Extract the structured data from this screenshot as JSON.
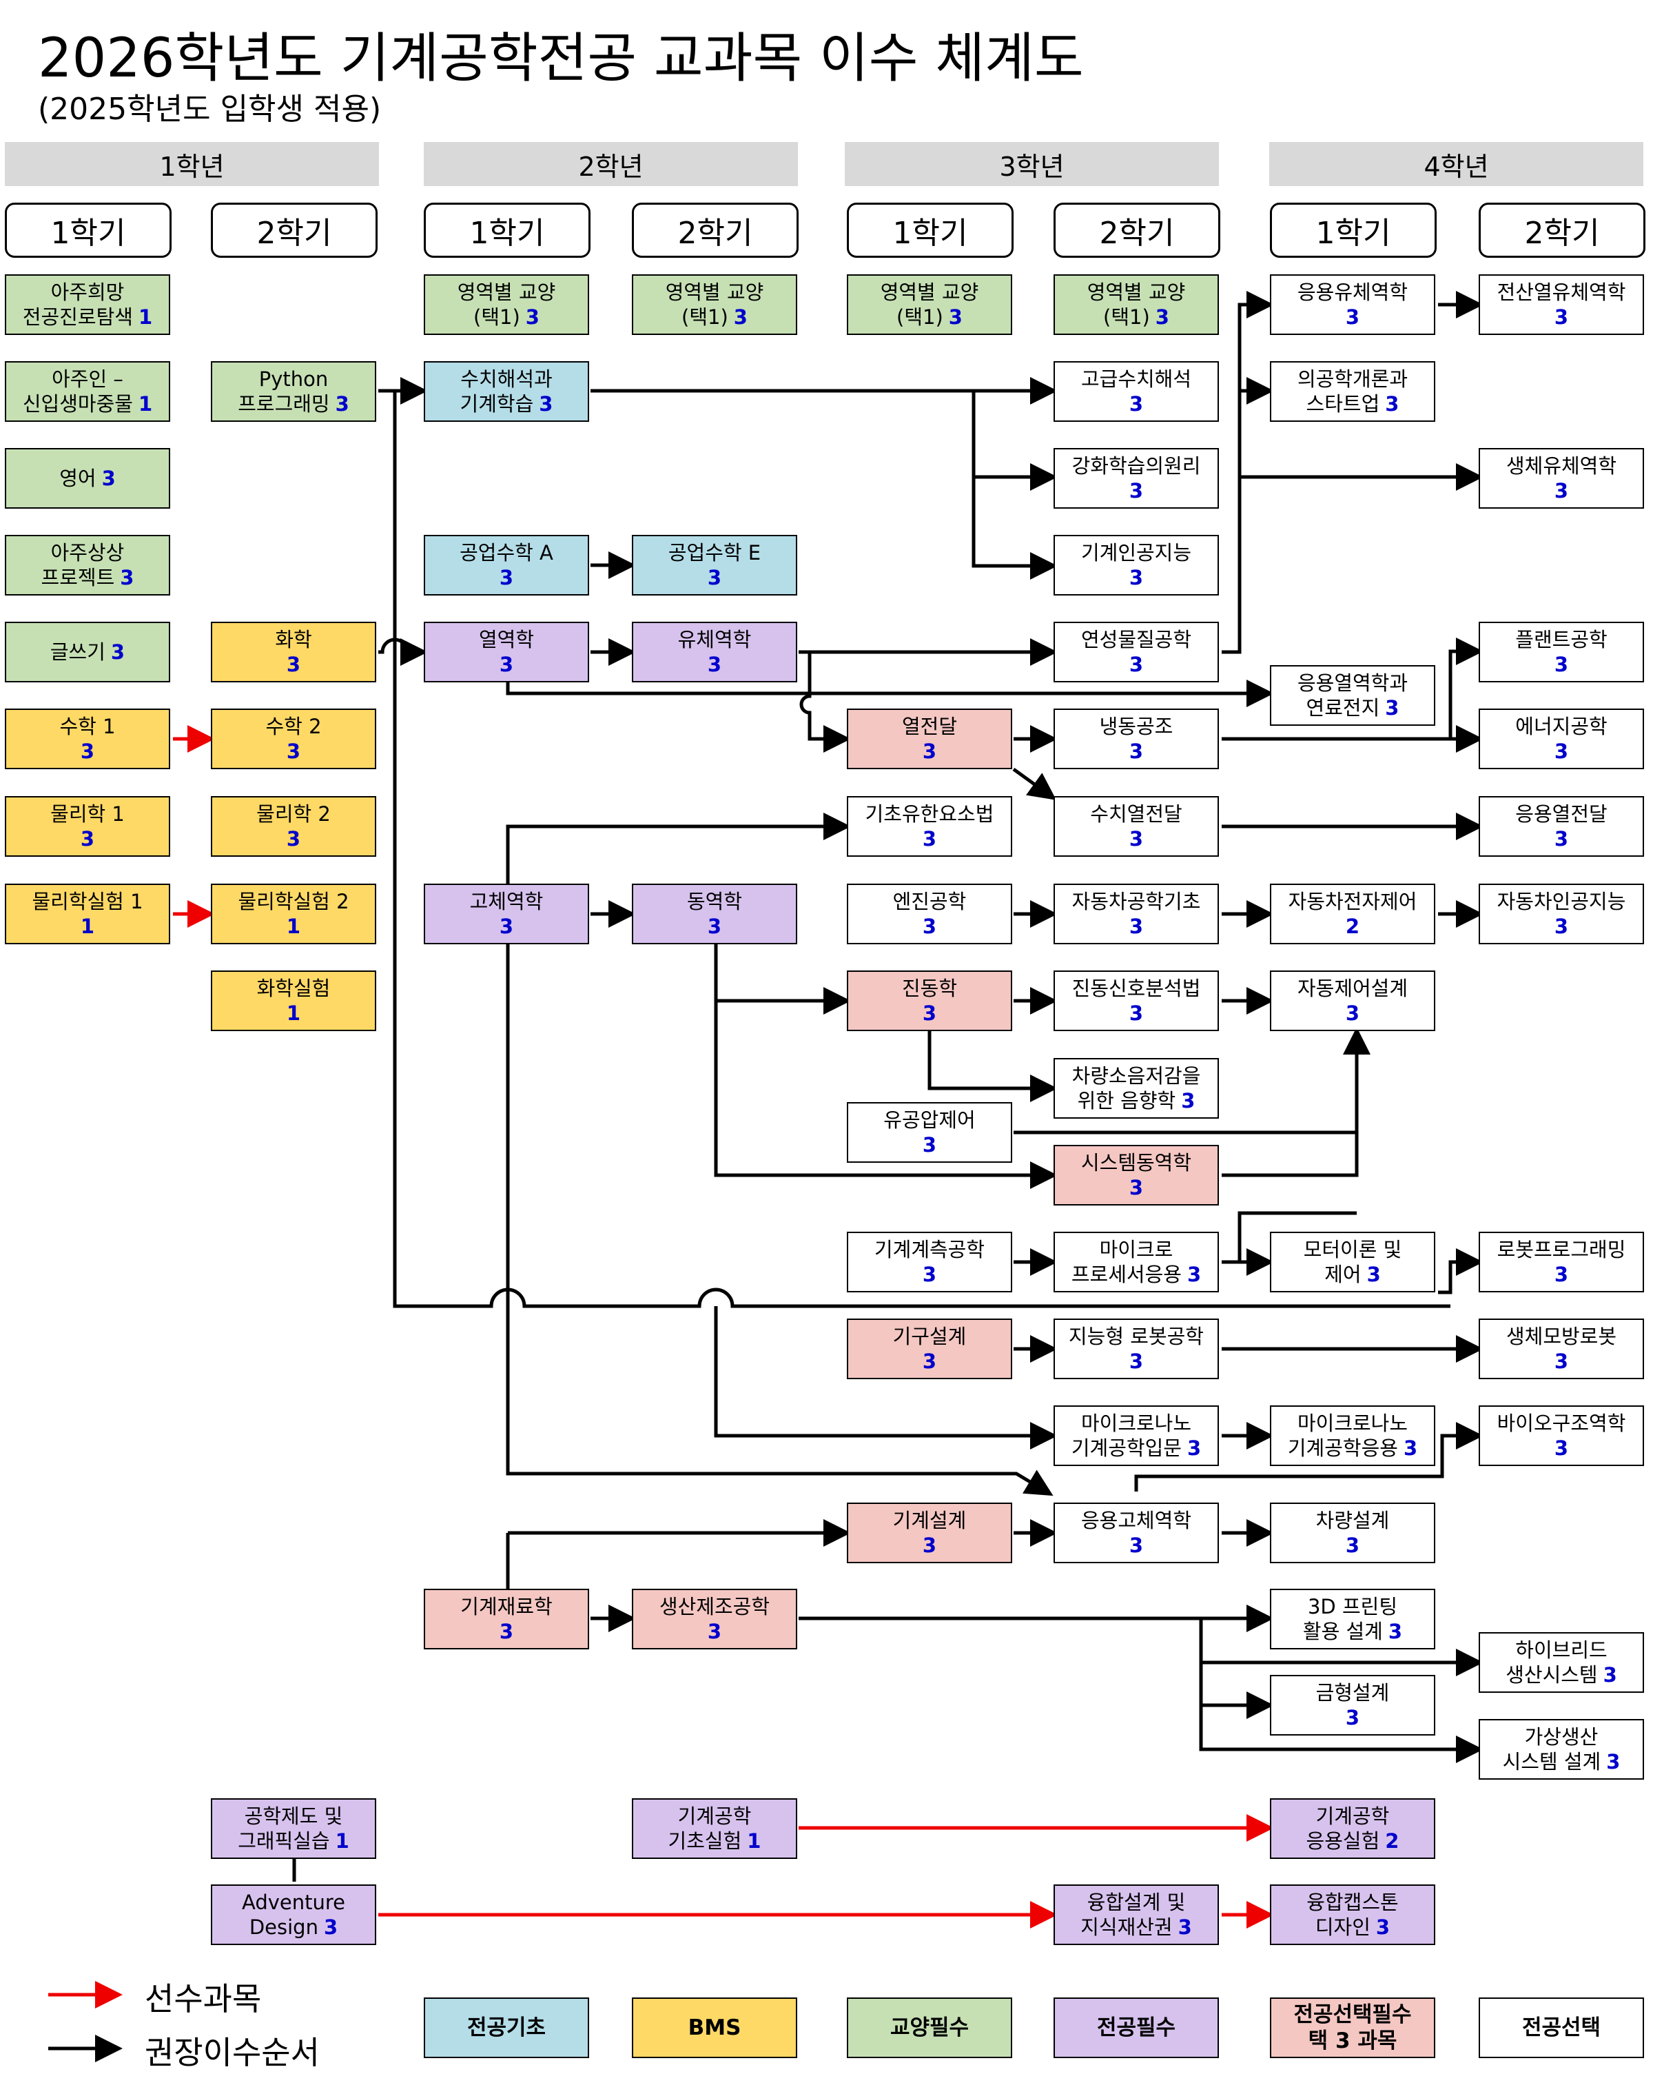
{
  "title": "2026학년도 기계공학전공 교과목 이수 체계도",
  "subtitle": "(2025학년도 입학생 적용)",
  "years": [
    "1학년",
    "2학년",
    "3학년",
    "4학년"
  ],
  "semesters": [
    "1학기",
    "2학기",
    "1학기",
    "2학기",
    "1학기",
    "2학기",
    "1학기",
    "2학기"
  ],
  "colors": {
    "전공기초": "#b4dde8",
    "BMS": "#ffd966",
    "교양필수": "#c6e0b4",
    "전공필수": "#d7c2ee",
    "전공선택필수": "#f4c7c3",
    "전공선택": "#ffffff",
    "prereq_arrow": "#ee0000",
    "order_arrow": "#000000"
  },
  "courses": [
    {
      "id": "c1",
      "lines": [
        "아주희망",
        "전공진로탐색"
      ],
      "credit": "1",
      "type": "green"
    },
    {
      "id": "c2",
      "lines": [
        "아주인 –",
        "신입생마중물"
      ],
      "credit": "1",
      "type": "green"
    },
    {
      "id": "c3",
      "lines": [
        "영어"
      ],
      "credit": "3",
      "type": "green",
      "inline": true
    },
    {
      "id": "c4",
      "lines": [
        "아주상상",
        "프로젝트"
      ],
      "credit": "3",
      "type": "green"
    },
    {
      "id": "c5",
      "lines": [
        "글쓰기"
      ],
      "credit": "3",
      "type": "green",
      "inline": true
    },
    {
      "id": "c6",
      "lines": [
        "수학 1"
      ],
      "credit": "3",
      "type": "yellow"
    },
    {
      "id": "c7",
      "lines": [
        "물리학 1"
      ],
      "credit": "3",
      "type": "yellow"
    },
    {
      "id": "c8",
      "lines": [
        "물리학실험 1"
      ],
      "credit": "1",
      "type": "yellow"
    },
    {
      "id": "c9",
      "lines": [
        "Python",
        "프로그래밍"
      ],
      "credit": "3",
      "type": "green"
    },
    {
      "id": "c10",
      "lines": [
        "화학"
      ],
      "credit": "3",
      "type": "yellow"
    },
    {
      "id": "c11",
      "lines": [
        "수학 2"
      ],
      "credit": "3",
      "type": "yellow"
    },
    {
      "id": "c12",
      "lines": [
        "물리학 2"
      ],
      "credit": "3",
      "type": "yellow"
    },
    {
      "id": "c13",
      "lines": [
        "물리학실험 2"
      ],
      "credit": "1",
      "type": "yellow"
    },
    {
      "id": "c14",
      "lines": [
        "화학실험"
      ],
      "credit": "1",
      "type": "yellow"
    },
    {
      "id": "c15",
      "lines": [
        "공학제도 및",
        "그래픽실습"
      ],
      "credit": "1",
      "type": "purple"
    },
    {
      "id": "c16",
      "lines": [
        "Adventure",
        "Design"
      ],
      "credit": "3",
      "type": "purple"
    },
    {
      "id": "c17",
      "lines": [
        "영역별 교양",
        "(택1)"
      ],
      "credit": "3",
      "type": "green"
    },
    {
      "id": "c18",
      "lines": [
        "수치해석과",
        "기계학습"
      ],
      "credit": "3",
      "type": "blue"
    },
    {
      "id": "c19",
      "lines": [
        "공업수학 A"
      ],
      "credit": "3",
      "type": "blue"
    },
    {
      "id": "c20",
      "lines": [
        "열역학"
      ],
      "credit": "3",
      "type": "purple"
    },
    {
      "id": "c21",
      "lines": [
        "고체역학"
      ],
      "credit": "3",
      "type": "purple"
    },
    {
      "id": "c22",
      "lines": [
        "기계재료학"
      ],
      "credit": "3",
      "type": "pink"
    },
    {
      "id": "c23",
      "lines": [
        "영역별 교양",
        "(택1)"
      ],
      "credit": "3",
      "type": "green"
    },
    {
      "id": "c24",
      "lines": [
        "공업수학 E"
      ],
      "credit": "3",
      "type": "blue"
    },
    {
      "id": "c25",
      "lines": [
        "유체역학"
      ],
      "credit": "3",
      "type": "purple"
    },
    {
      "id": "c26",
      "lines": [
        "동역학"
      ],
      "credit": "3",
      "type": "purple"
    },
    {
      "id": "c27",
      "lines": [
        "생산제조공학"
      ],
      "credit": "3",
      "type": "pink"
    },
    {
      "id": "c28",
      "lines": [
        "기계공학",
        "기초실험"
      ],
      "credit": "1",
      "type": "purple"
    },
    {
      "id": "c29",
      "lines": [
        "영역별 교양",
        "(택1)"
      ],
      "credit": "3",
      "type": "green"
    },
    {
      "id": "c30",
      "lines": [
        "열전달"
      ],
      "credit": "3",
      "type": "pink"
    },
    {
      "id": "c31",
      "lines": [
        "기초유한요소법"
      ],
      "credit": "3",
      "type": "white"
    },
    {
      "id": "c32",
      "lines": [
        "엔진공학"
      ],
      "credit": "3",
      "type": "white"
    },
    {
      "id": "c33",
      "lines": [
        "진동학"
      ],
      "credit": "3",
      "type": "pink"
    },
    {
      "id": "c34",
      "lines": [
        "유공압제어"
      ],
      "credit": "3",
      "type": "white"
    },
    {
      "id": "c35",
      "lines": [
        "기계계측공학"
      ],
      "credit": "3",
      "type": "white"
    },
    {
      "id": "c36",
      "lines": [
        "기구설계"
      ],
      "credit": "3",
      "type": "pink"
    },
    {
      "id": "c37",
      "lines": [
        "기계설계"
      ],
      "credit": "3",
      "type": "pink"
    },
    {
      "id": "c38",
      "lines": [
        "영역별 교양",
        "(택1)"
      ],
      "credit": "3",
      "type": "green"
    },
    {
      "id": "c39",
      "lines": [
        "고급수치해석"
      ],
      "credit": "3",
      "type": "white"
    },
    {
      "id": "c40",
      "lines": [
        "강화학습의원리"
      ],
      "credit": "3",
      "type": "white"
    },
    {
      "id": "c41",
      "lines": [
        "기계인공지능"
      ],
      "credit": "3",
      "type": "white"
    },
    {
      "id": "c42",
      "lines": [
        "연성물질공학"
      ],
      "credit": "3",
      "type": "white"
    },
    {
      "id": "c43",
      "lines": [
        "냉동공조"
      ],
      "credit": "3",
      "type": "white"
    },
    {
      "id": "c44",
      "lines": [
        "수치열전달"
      ],
      "credit": "3",
      "type": "white"
    },
    {
      "id": "c45",
      "lines": [
        "자동차공학기초"
      ],
      "credit": "3",
      "type": "white"
    },
    {
      "id": "c46",
      "lines": [
        "진동신호분석법"
      ],
      "credit": "3",
      "type": "white"
    },
    {
      "id": "c47",
      "lines": [
        "차량소음저감을",
        "위한 음향학"
      ],
      "credit": "3",
      "type": "white"
    },
    {
      "id": "c48",
      "lines": [
        "시스템동역학"
      ],
      "credit": "3",
      "type": "pink"
    },
    {
      "id": "c49",
      "lines": [
        "마이크로",
        "프로세서응용"
      ],
      "credit": "3",
      "type": "white"
    },
    {
      "id": "c50",
      "lines": [
        "지능형 로봇공학"
      ],
      "credit": "3",
      "type": "white"
    },
    {
      "id": "c51",
      "lines": [
        "마이크로나노",
        "기계공학입문"
      ],
      "credit": "3",
      "type": "white"
    },
    {
      "id": "c52",
      "lines": [
        "응용고체역학"
      ],
      "credit": "3",
      "type": "white"
    },
    {
      "id": "c53",
      "lines": [
        "융합설계 및",
        "지식재산권"
      ],
      "credit": "3",
      "type": "purple"
    },
    {
      "id": "c54",
      "lines": [
        "응용유체역학"
      ],
      "credit": "3",
      "type": "white"
    },
    {
      "id": "c55",
      "lines": [
        "의공학개론과",
        "스타트업"
      ],
      "credit": "3",
      "type": "white"
    },
    {
      "id": "c56",
      "lines": [
        "응용열역학과",
        "연료전지"
      ],
      "credit": "3",
      "type": "white"
    },
    {
      "id": "c57",
      "lines": [
        "자동차전자제어"
      ],
      "credit": "2",
      "type": "white"
    },
    {
      "id": "c58",
      "lines": [
        "자동제어설계"
      ],
      "credit": "3",
      "type": "white"
    },
    {
      "id": "c59",
      "lines": [
        "모터이론 및",
        "제어"
      ],
      "credit": "3",
      "type": "white"
    },
    {
      "id": "c60",
      "lines": [
        "마이크로나노",
        "기계공학응용"
      ],
      "credit": "3",
      "type": "white"
    },
    {
      "id": "c61",
      "lines": [
        "차량설계"
      ],
      "credit": "3",
      "type": "white"
    },
    {
      "id": "c62",
      "lines": [
        "3D 프린팅",
        "활용 설계"
      ],
      "credit": "3",
      "type": "white"
    },
    {
      "id": "c63",
      "lines": [
        "금형설계"
      ],
      "credit": "3",
      "type": "white"
    },
    {
      "id": "c64",
      "lines": [
        "기계공학",
        "응용실험"
      ],
      "credit": "2",
      "type": "purple"
    },
    {
      "id": "c65",
      "lines": [
        "융합캡스톤",
        "디자인"
      ],
      "credit": "3",
      "type": "purple"
    },
    {
      "id": "c66",
      "lines": [
        "전산열유체역학"
      ],
      "credit": "3",
      "type": "white"
    },
    {
      "id": "c67",
      "lines": [
        "생체유체역학"
      ],
      "credit": "3",
      "type": "white"
    },
    {
      "id": "c68",
      "lines": [
        "플랜트공학"
      ],
      "credit": "3",
      "type": "white"
    },
    {
      "id": "c69",
      "lines": [
        "에너지공학"
      ],
      "credit": "3",
      "type": "white"
    },
    {
      "id": "c70",
      "lines": [
        "응용열전달"
      ],
      "credit": "3",
      "type": "white"
    },
    {
      "id": "c71",
      "lines": [
        "자동차인공지능"
      ],
      "credit": "3",
      "type": "white"
    },
    {
      "id": "c72",
      "lines": [
        "로봇프로그래밍"
      ],
      "credit": "3",
      "type": "white"
    },
    {
      "id": "c73",
      "lines": [
        "생체모방로봇"
      ],
      "credit": "3",
      "type": "white"
    },
    {
      "id": "c74",
      "lines": [
        "바이오구조역학"
      ],
      "credit": "3",
      "type": "white"
    },
    {
      "id": "c75",
      "lines": [
        "하이브리드",
        "생산시스템"
      ],
      "credit": "3",
      "type": "white"
    },
    {
      "id": "c76",
      "lines": [
        "가상생산",
        "시스템 설계"
      ],
      "credit": "3",
      "type": "white"
    }
  ],
  "legend": {
    "prereq_label": "선수과목",
    "order_label": "권장이수순서",
    "categories": [
      {
        "label": "전공기초",
        "type": "blue"
      },
      {
        "label": "BMS",
        "type": "yellow"
      },
      {
        "label": "교양필수",
        "type": "green"
      },
      {
        "label": "전공필수",
        "type": "purple"
      },
      {
        "label": "전공선택필수\n택 3 과목",
        "type": "pink"
      },
      {
        "label": "전공선택",
        "type": "white"
      }
    ]
  }
}
